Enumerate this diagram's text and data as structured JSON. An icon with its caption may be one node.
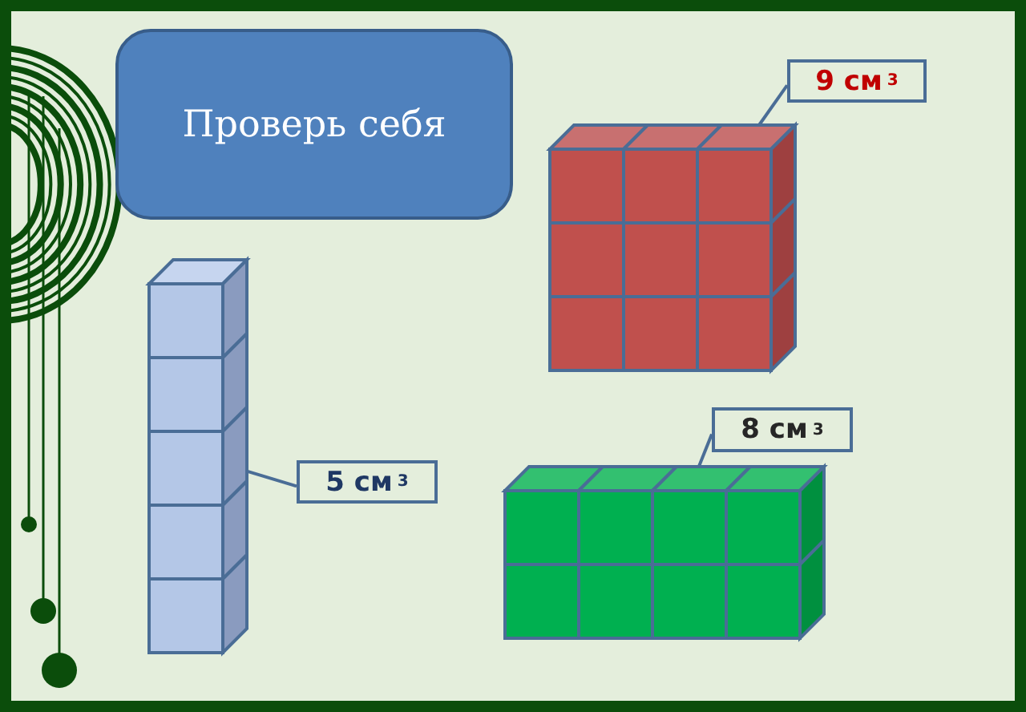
{
  "diagram": {
    "nodes": [
      {
        "text": [
          "Проверь себя"
        ]
      },
      {
        "text": [
          "9 см $^{3}$"
        ]
      },
      {
        "text": [],
        "shape": "picture"
      },
      {
        "text": [],
        "shape": "picture"
      },
      {
        "text": [
          "8 см $^{3}$"
        ]
      },
      {
        "text": [
          "5 см $^{3}$"
        ]
      },
      {
        "text": [],
        "shape": "picture"
      }
    ],
    "edges": [
      {
        "from": 1,
        "to": 2,
        "arrow": "none"
      },
      {
        "from": 4,
        "to": 6,
        "arrow": "none"
      },
      {
        "from": 5,
        "to": 3,
        "arrow": "none"
      }
    ]
  }
}
